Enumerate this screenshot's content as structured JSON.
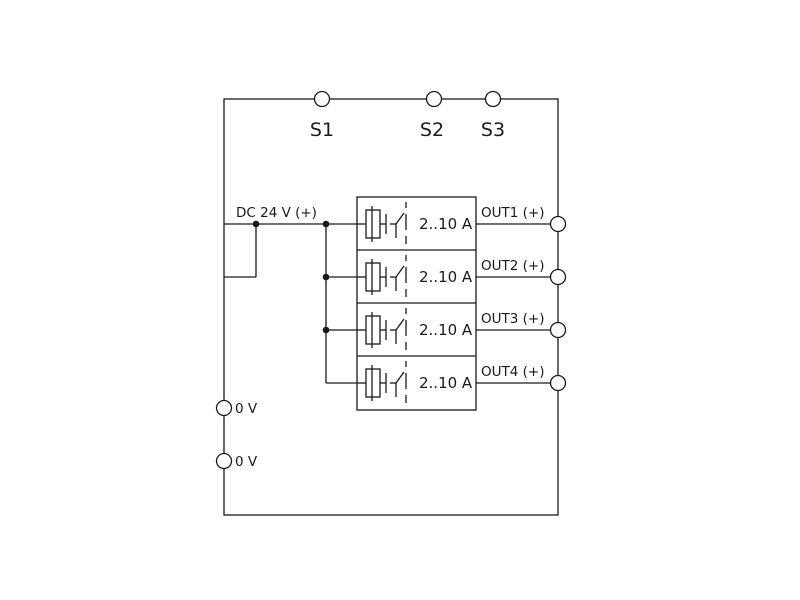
{
  "top_terminals": [
    {
      "label": "S1"
    },
    {
      "label": "S2"
    },
    {
      "label": "S3"
    }
  ],
  "supply_label": "DC 24 V (+)",
  "channels": [
    {
      "rating": "2..10 A",
      "output": "OUT1 (+)"
    },
    {
      "rating": "2..10 A",
      "output": "OUT2 (+)"
    },
    {
      "rating": "2..10 A",
      "output": "OUT3 (+)"
    },
    {
      "rating": "2..10 A",
      "output": "OUT4 (+)"
    }
  ],
  "ground_terminals": [
    {
      "label": "0 V"
    },
    {
      "label": "0 V"
    }
  ]
}
